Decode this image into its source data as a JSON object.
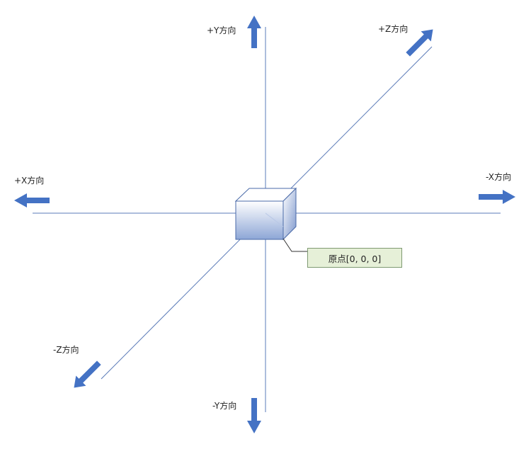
{
  "labels": {
    "pos_y": "+Y方向",
    "pos_z": "+Z方向",
    "pos_x": "+X方向",
    "neg_x": "-X方向",
    "neg_z": "-Z方向",
    "neg_y": "-Y方向"
  },
  "callout": {
    "text": "原点[0, 0, 0]"
  },
  "colors": {
    "axis_line": "#5b7bb8",
    "arrow": "#4472c4",
    "cube_edge": "#4a6aa8",
    "callout_fill": "#e6f0d8"
  }
}
